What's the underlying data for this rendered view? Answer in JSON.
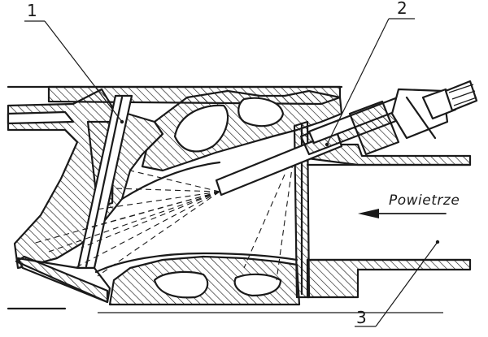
{
  "labels": {
    "one": "1",
    "two": "2",
    "three": "3"
  },
  "air_label": "Powietrze",
  "colors": {
    "ink": "#1a1a1a",
    "background": "#ffffff"
  },
  "icons": {
    "air_arrow": "arrow-left-icon"
  }
}
